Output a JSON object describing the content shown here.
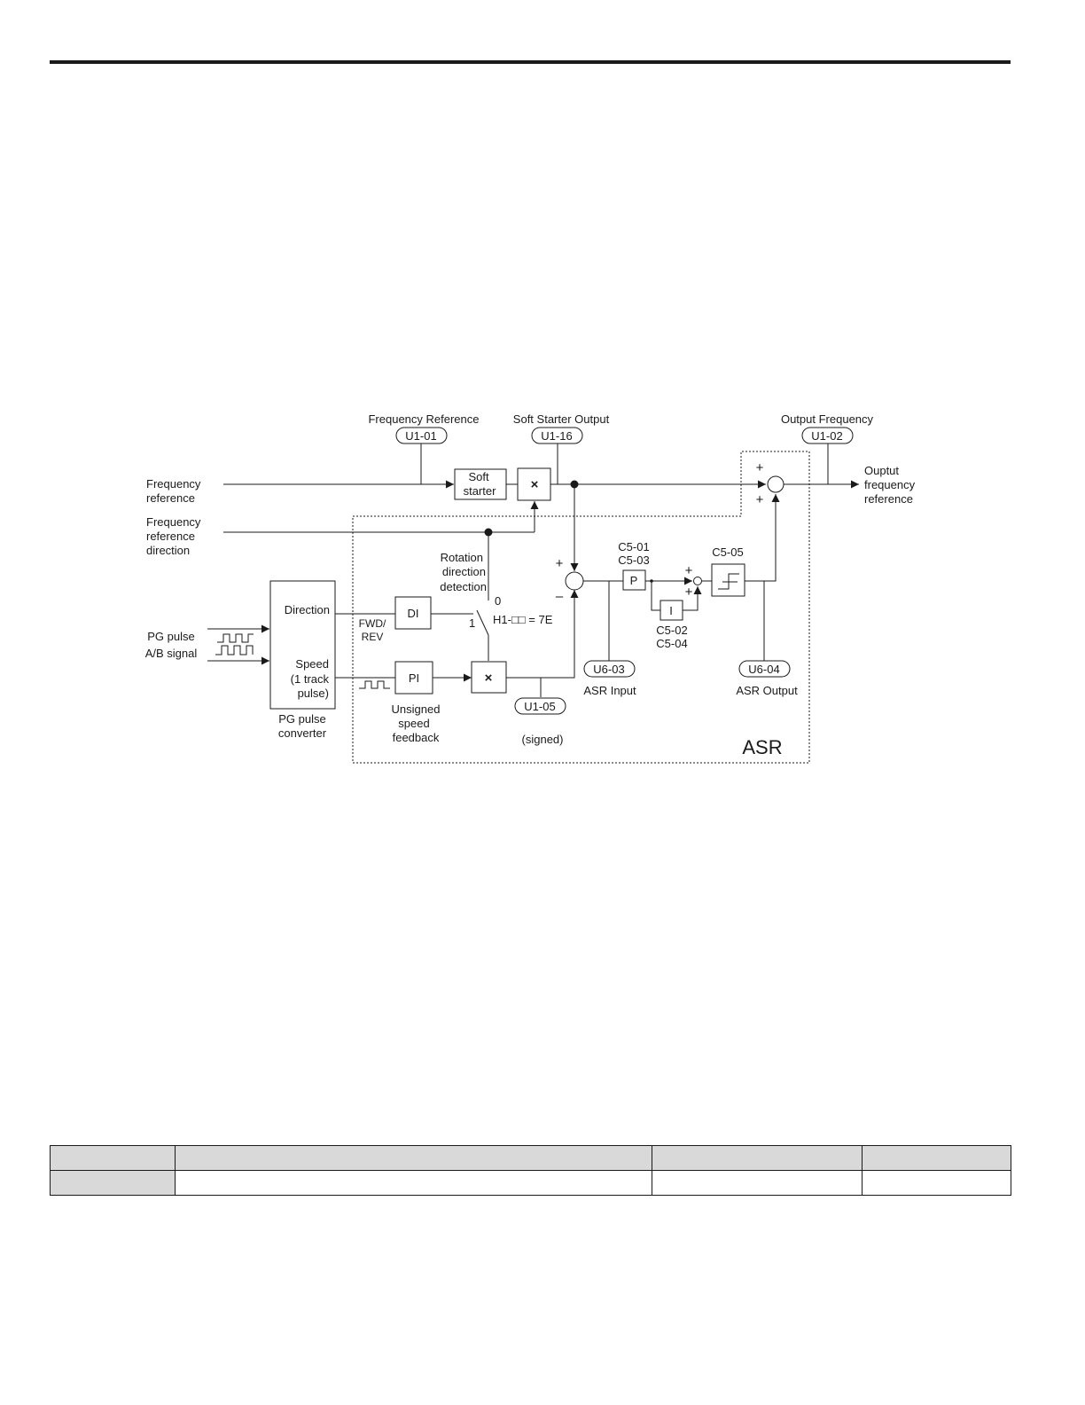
{
  "diagram": {
    "labels": {
      "freq_ref_title": "Frequency Reference",
      "soft_starter_output_title": "Soft Starter Output",
      "output_freq_title": "Output Frequency",
      "freq_ref_in_1": "Frequency",
      "freq_ref_in_2": "reference",
      "freq_dir_1": "Frequency",
      "freq_dir_2": "reference",
      "freq_dir_3": "direction",
      "output_ref_1": "Ouptut",
      "output_ref_2": "frequency",
      "output_ref_3": "reference",
      "pg_pulse_1": "PG pulse",
      "pg_pulse_2": "A/B signal",
      "pg_conv_1": "PG pulse",
      "pg_conv_2": "converter",
      "direction": "Direction",
      "speed_1": "Speed",
      "speed_2": "(1 track",
      "speed_3": "pulse)",
      "fwd": "FWD/",
      "rev": "REV",
      "rot_1": "Rotation",
      "rot_2": "direction",
      "rot_3": "detection",
      "switch_0": "0",
      "switch_1": "1",
      "h1_setting": "H1-□□ = 7E",
      "unsigned_1": "Unsigned",
      "unsigned_2": "speed",
      "unsigned_3": "feedback",
      "signed": "(signed)",
      "asr_input": "ASR Input",
      "asr_output": "ASR Output",
      "asr": "ASR",
      "c5_01": "C5-01",
      "c5_03": "C5-03",
      "c5_02": "C5-02",
      "c5_04": "C5-04",
      "c5_05": "C5-05",
      "plus": "+",
      "minus": "–"
    },
    "blocks": {
      "soft_1": "Soft",
      "soft_2": "starter",
      "mult": "×",
      "di": "DI",
      "pi": "PI",
      "p": "P",
      "i": "I"
    },
    "monitors": {
      "u1_01": "U1-01",
      "u1_16": "U1-16",
      "u1_02": "U1-02",
      "u6_03": "U6-03",
      "u1_05": "U1-05",
      "u6_04": "U6-04"
    }
  },
  "table": {
    "header": [
      "",
      "",
      "",
      ""
    ],
    "rows": [
      [
        "",
        "",
        "",
        ""
      ]
    ]
  }
}
